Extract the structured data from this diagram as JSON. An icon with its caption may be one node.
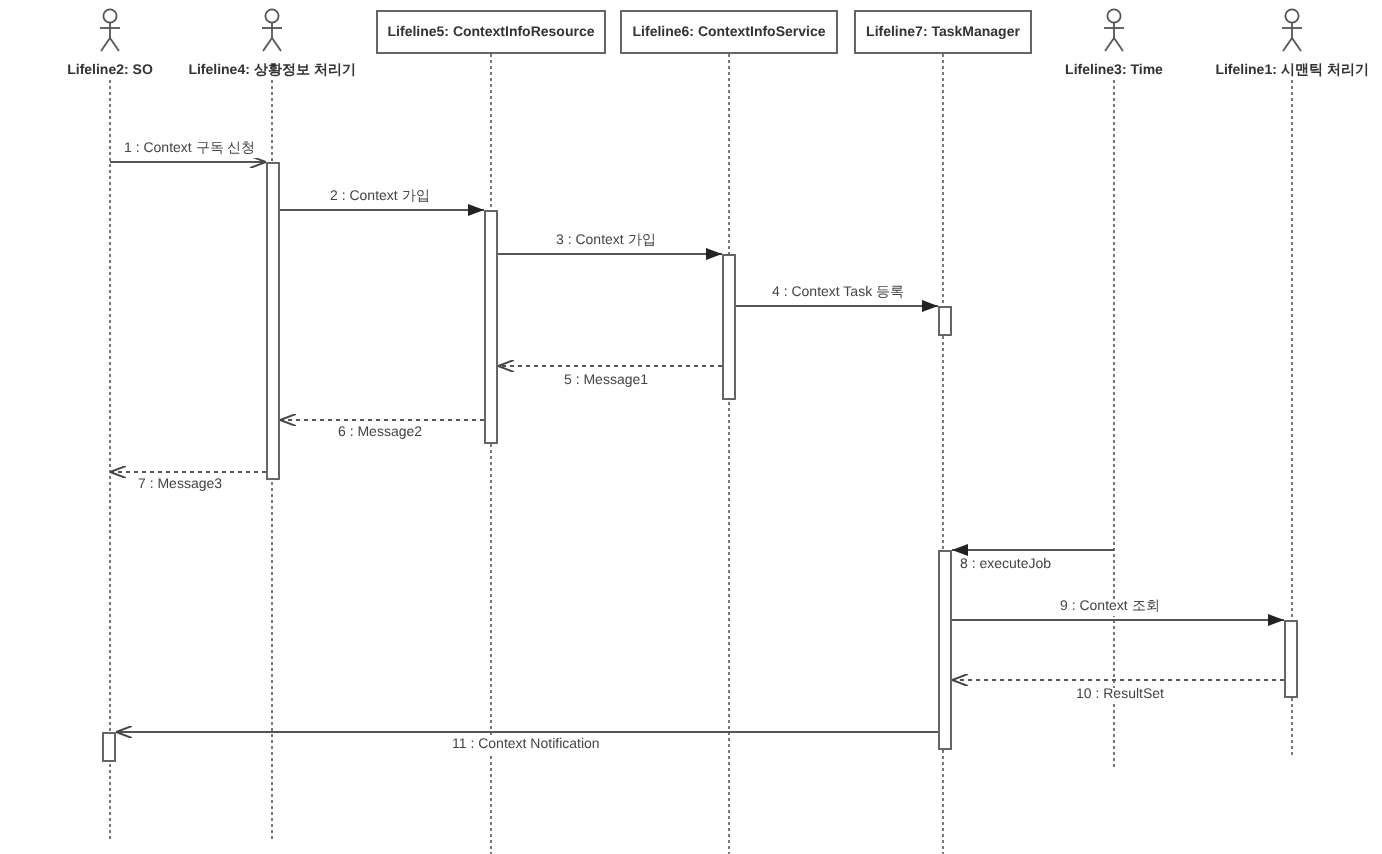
{
  "diagram": {
    "nodes": [
      {
        "text": [
          "Lifeline2: SO"
        ]
      },
      {
        "text": [
          "Lifeline4: 상황정보 처리기"
        ]
      },
      {
        "text": [
          "Lifeline5: ContextInfoResource"
        ]
      },
      {
        "text": [
          "Lifeline6: ContextInfoService"
        ]
      },
      {
        "text": [
          "Lifeline7: TaskManager"
        ]
      },
      {
        "text": [
          "Lifeline3: Time"
        ]
      },
      {
        "text": [
          "Lifeline1: 시맨틱 처리기"
        ]
      },
      {
        "text": [],
        "shape": "bar"
      },
      {
        "text": [],
        "shape": "bar"
      },
      {
        "text": [],
        "shape": "bar"
      },
      {
        "text": [],
        "shape": "bar"
      },
      {
        "text": [],
        "shape": "bar"
      },
      {
        "text": [],
        "shape": "bar"
      },
      {
        "text": [],
        "shape": "bar"
      }
    ],
    "edges": [
      {
        "from": null,
        "to": 7,
        "arrow": "to",
        "label": "1 : Context 구독 신청"
      },
      {
        "from": 7,
        "to": 8,
        "arrow": "to",
        "label": "2 : Context 가입"
      },
      {
        "from": 8,
        "to": 9,
        "arrow": "to",
        "label": "3 : Context 가입"
      },
      {
        "from": 9,
        "to": 10,
        "arrow": "to",
        "label": "4 : Context Task 등록"
      },
      {
        "from": 9,
        "to": 8,
        "arrow": "to",
        "label": "5 : Message1",
        "style": "dashed"
      },
      {
        "from": 8,
        "to": 7,
        "arrow": "to",
        "label": "6 : Message2",
        "style": "dashed"
      },
      {
        "from": 7,
        "to": null,
        "arrow": "to",
        "label": "7 : Message3",
        "style": "dashed"
      },
      {
        "from": null,
        "to": 11,
        "arrow": "to",
        "label": "8 : executeJob"
      },
      {
        "from": 11,
        "to": 12,
        "arrow": "to",
        "label": "9 : Context 조회"
      },
      {
        "from": 12,
        "to": 11,
        "arrow": "to",
        "label": "10 : ResultSet",
        "style": "dashed"
      },
      {
        "from": 11,
        "to": 13,
        "arrow": "to",
        "label": "11 : Context Notification"
      }
    ]
  }
}
